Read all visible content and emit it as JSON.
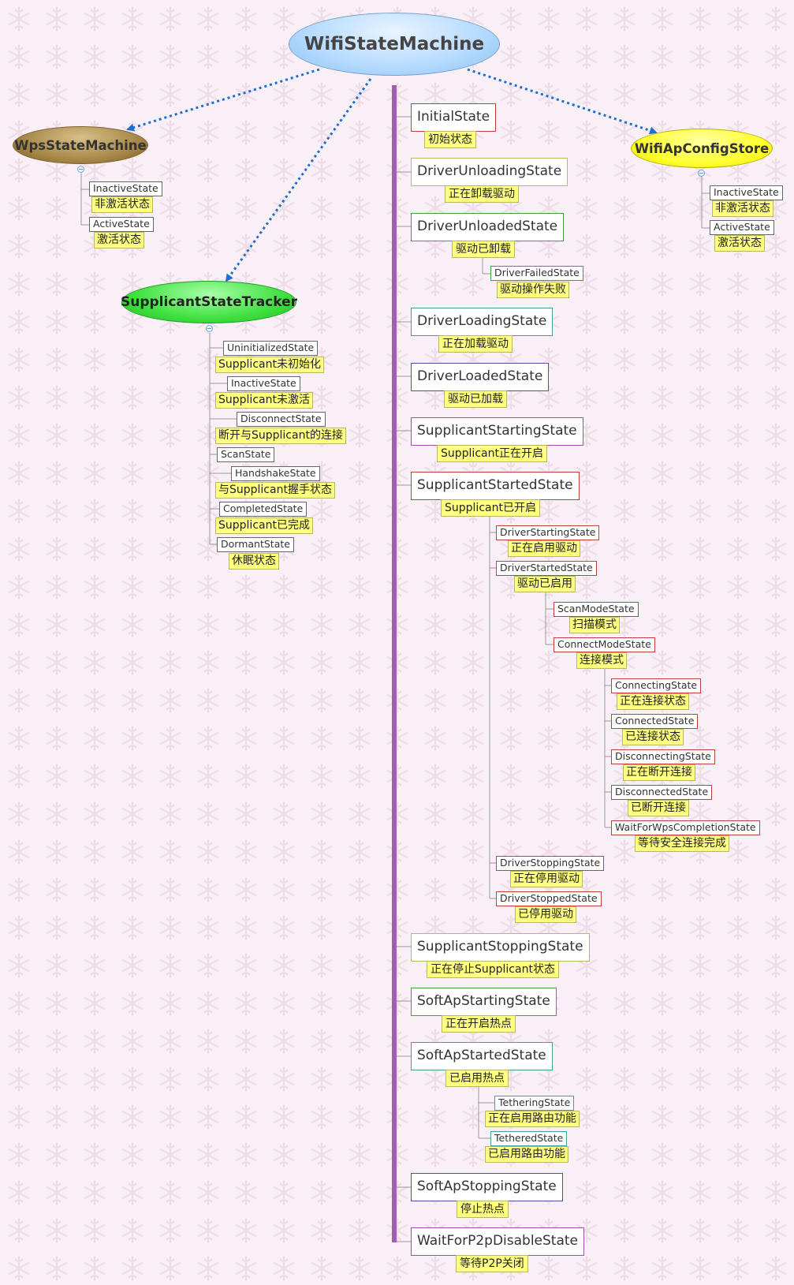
{
  "root": {
    "label": "WifiStateMachine"
  },
  "wps": {
    "label": "WpsStateMachine",
    "children": [
      {
        "name": "InactiveState",
        "note": "非激活状态"
      },
      {
        "name": "ActiveState",
        "note": "激活状态"
      }
    ]
  },
  "apconfig": {
    "label": "WifiApConfigStore",
    "children": [
      {
        "name": "InactiveState",
        "note": "非激活状态"
      },
      {
        "name": "ActiveState",
        "note": "激活状态"
      }
    ]
  },
  "tracker": {
    "label": "SupplicantStateTracker",
    "children": [
      {
        "name": "UninitializedState",
        "note": "Supplicant未初始化"
      },
      {
        "name": "InactiveState",
        "note": "Supplicant未激活"
      },
      {
        "name": "DisconnectState",
        "note": "断开与Supplicant的连接"
      },
      {
        "name": "ScanState",
        "note": ""
      },
      {
        "name": "HandshakeState",
        "note": "与Supplicant握手状态"
      },
      {
        "name": "CompletedState",
        "note": "Supplicant已完成"
      },
      {
        "name": "DormantState",
        "note": "休眠状态"
      }
    ]
  },
  "states": {
    "initial": {
      "name": "InitialState",
      "note": "初始状态"
    },
    "driverUnloading": {
      "name": "DriverUnloadingState",
      "note": "正在卸载驱动"
    },
    "driverUnloaded": {
      "name": "DriverUnloadedState",
      "note": "驱动已卸载"
    },
    "driverFailed": {
      "name": "DriverFailedState",
      "note": "驱动操作失败"
    },
    "driverLoading": {
      "name": "DriverLoadingState",
      "note": "正在加载驱动"
    },
    "driverLoaded": {
      "name": "DriverLoadedState",
      "note": "驱动已加载"
    },
    "suppStarting": {
      "name": "SupplicantStartingState",
      "note": "Supplicant正在开启"
    },
    "suppStarted": {
      "name": "SupplicantStartedState",
      "note": "Supplicant已开启"
    },
    "driverStarting": {
      "name": "DriverStartingState",
      "note": "正在启用驱动"
    },
    "driverStarted": {
      "name": "DriverStartedState",
      "note": "驱动已启用"
    },
    "scanMode": {
      "name": "ScanModeState",
      "note": "扫描模式"
    },
    "connectMode": {
      "name": "ConnectModeState",
      "note": "连接模式"
    },
    "connecting": {
      "name": "ConnectingState",
      "note": "正在连接状态"
    },
    "connected": {
      "name": "ConnectedState",
      "note": "已连接状态"
    },
    "disconnecting": {
      "name": "DisconnectingState",
      "note": "正在断开连接"
    },
    "disconnected": {
      "name": "DisconnectedState",
      "note": "已断开连接"
    },
    "waitWps": {
      "name": "WaitForWpsCompletionState",
      "note": "等待安全连接完成"
    },
    "driverStopping": {
      "name": "DriverStoppingState",
      "note": "正在停用驱动"
    },
    "driverStopped": {
      "name": "DriverStoppedState",
      "note": "已停用驱动"
    },
    "suppStopping": {
      "name": "SupplicantStoppingState",
      "note": "正在停止Supplicant状态"
    },
    "softApStarting": {
      "name": "SoftApStartingState",
      "note": "正在开启热点"
    },
    "softApStarted": {
      "name": "SoftApStartedState",
      "note": "已启用热点"
    },
    "tethering": {
      "name": "TetheringState",
      "note": "正在启用路由功能"
    },
    "tethered": {
      "name": "TetheredState",
      "note": "已启用路由功能"
    },
    "softApStopping": {
      "name": "SoftApStoppingState",
      "note": "停止热点"
    },
    "waitP2p": {
      "name": "WaitForP2pDisableState",
      "note": "等待P2P关闭"
    }
  },
  "colors": {
    "spine": "#a060b0",
    "root_fill": "#b8dcff",
    "wps_fill": "#a08040",
    "apconfig_fill": "#ffff30",
    "tracker_fill": "#40e040",
    "note_fill": "#ffff80",
    "arrow": "#1f6fd0"
  }
}
